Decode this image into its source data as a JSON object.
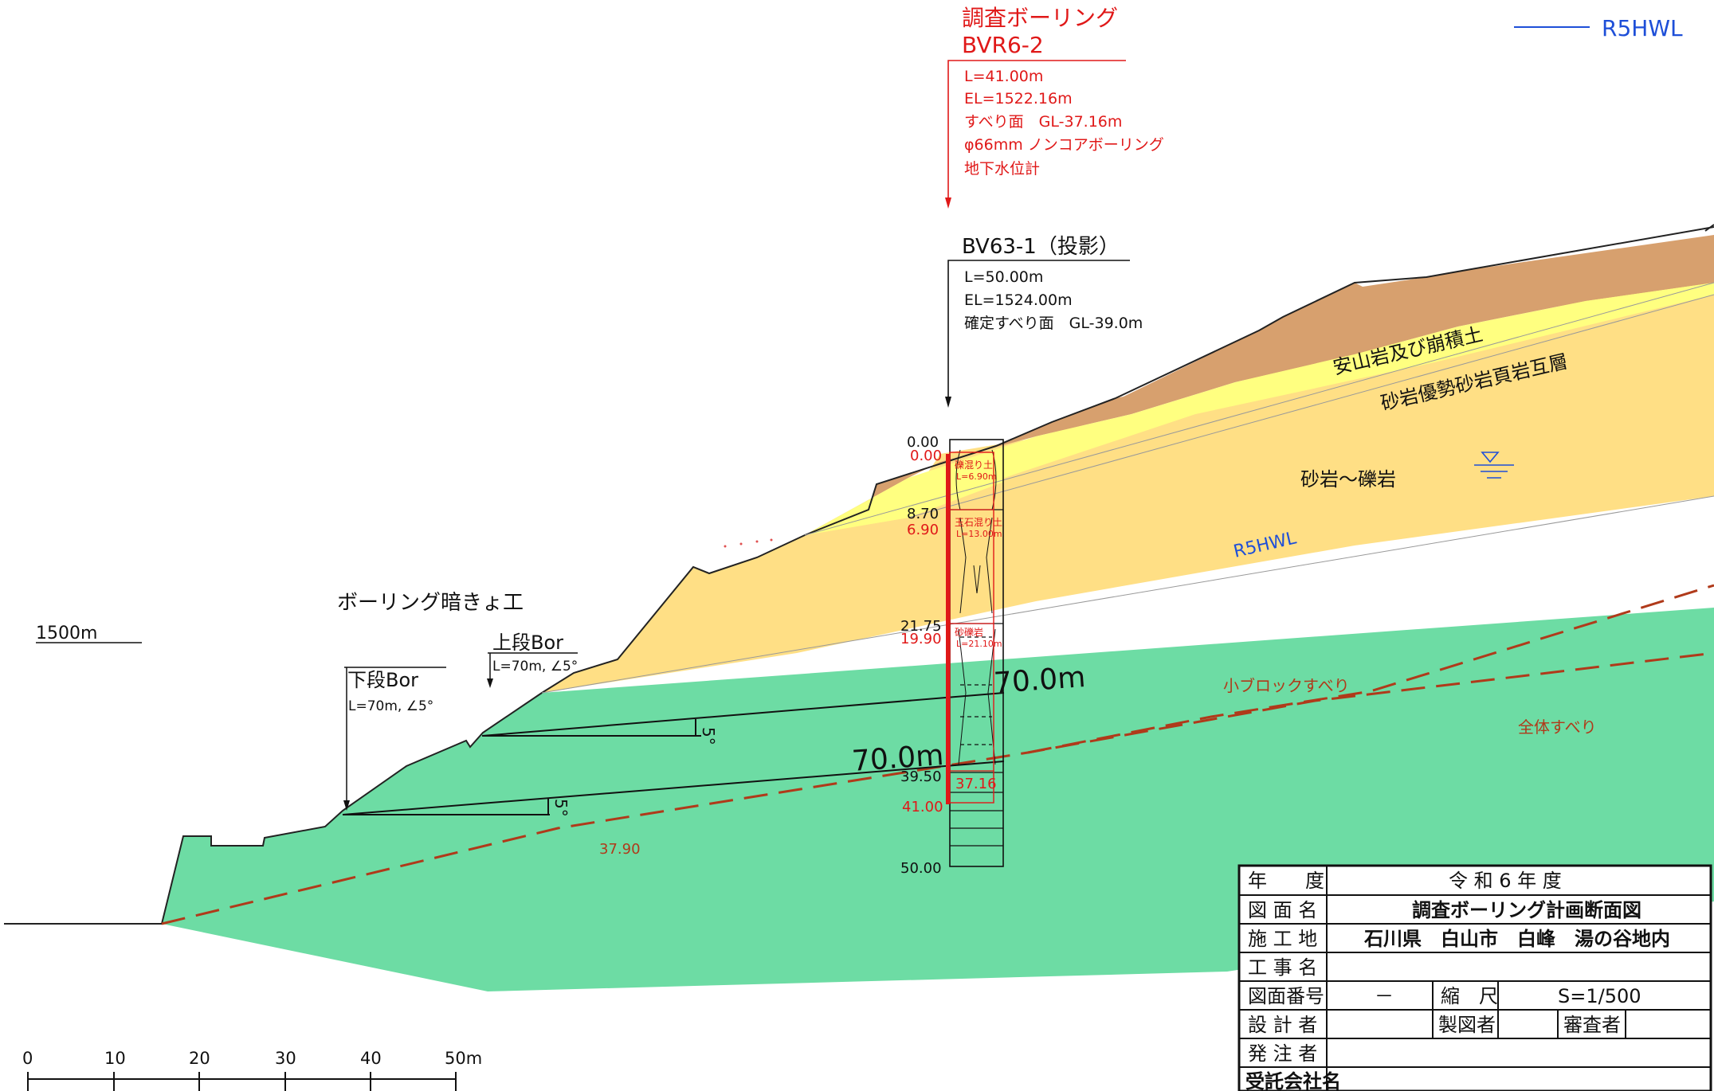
{
  "red_callout": {
    "title": "調査ボーリング",
    "id": "BVR6-2",
    "lines": [
      "L=41.00m",
      "EL=1522.16m",
      "すべり面　GL-37.16m",
      "φ66mm ノンコアボーリング",
      "地下水位計"
    ]
  },
  "black_callout": {
    "title": "BV63-1（投影）",
    "lines": [
      "L=50.00m",
      "EL=1524.00m",
      "確定すべり面　GL-39.0m"
    ]
  },
  "legend": {
    "label": "R5HWL",
    "color": "#1e4fd8"
  },
  "elevation_label": "1500m",
  "layers": {
    "andesite": {
      "label": "安山岩及び崩積土",
      "color": "#d7a06e"
    },
    "alternation": {
      "label": "砂岩優勢砂岩頁岩互層",
      "color": "#ffff80"
    },
    "sandstone": {
      "label": "砂岩～礫岩",
      "color": "#ffdf85"
    },
    "bedrock": {
      "color": "#6ddca4"
    }
  },
  "hwl_label": "R5HWL",
  "works": {
    "title": "ボーリング暗きょ工",
    "upper": {
      "label": "上段Bor",
      "spec": "L=70m, ∠5°",
      "length": "70.0m",
      "angle": "5°"
    },
    "lower": {
      "label": "下段Bor",
      "spec": "L=70m, ∠5°",
      "length": "70.0m",
      "angle": "5°"
    }
  },
  "slip": {
    "small": "小ブロックすべり",
    "whole": "全体すべり",
    "depth": "37.90"
  },
  "depths_black": [
    "0.00",
    "8.70",
    "21.75",
    "39.50",
    "50.00"
  ],
  "depths_red": [
    "0.00",
    "6.90",
    "19.90",
    "41.00"
  ],
  "depth_slip": "37.16",
  "log_notes": [
    "礫混り土",
    "L=6.90m",
    "玉石混り土",
    "L=13.00m",
    "砂礫岩",
    "L=21.10m"
  ],
  "scale_bar": {
    "ticks": [
      "0",
      "10",
      "20",
      "30",
      "40",
      "50m"
    ]
  },
  "title_block": {
    "rows": [
      {
        "label": "年　　度",
        "value": "令 和 6 年 度"
      },
      {
        "label": "図 面 名",
        "value": "調査ボーリング計画断面図"
      },
      {
        "label": "施 工 地",
        "value": "石川県　白山市　白峰　湯の谷地内"
      },
      {
        "label": "工 事 名",
        "value": ""
      },
      {
        "label": "図面番号",
        "value": "－"
      },
      {
        "label": "設 計 者",
        "value": ""
      },
      {
        "label": "発 注 者",
        "value": ""
      },
      {
        "label": "受託会社名",
        "value": ""
      }
    ],
    "scale_label": "縮　尺",
    "scale_value": "S=1/500",
    "drafter_label": "製図者",
    "checker_label": "審査者"
  }
}
